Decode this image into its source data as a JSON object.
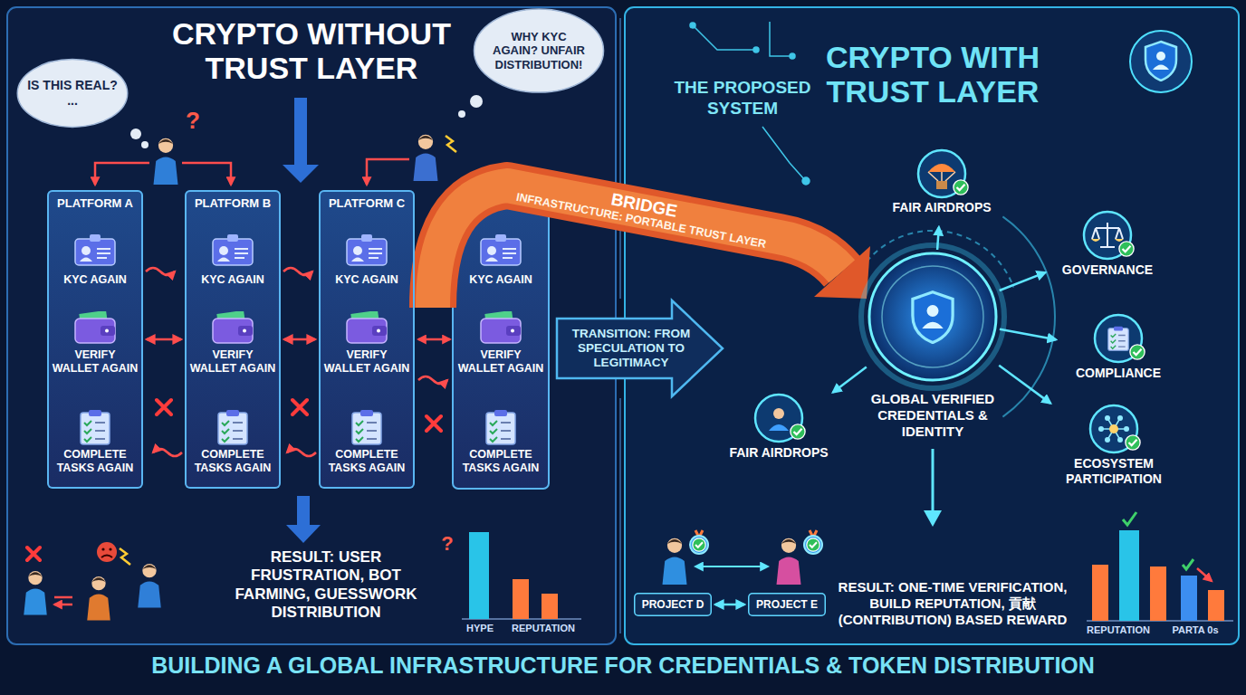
{
  "diagram": {
    "caption": "BUILDING A GLOBAL INFRASTRUCTURE FOR CREDENTIALS & TOKEN DISTRIBUTION",
    "nodes": [
      {
        "text": [
          "CRYPTO WITHOUT TRUST LAYER"
        ]
      },
      {
        "text": [
          "IS THIS REAL? ..."
        ],
        "in": 0
      },
      {
        "text": [
          "WHY KYC AGAIN? UNFAIR DISTRIBUTION!"
        ],
        "in": 0
      },
      {
        "text": [
          "PLATFORM A"
        ],
        "in": 0
      },
      {
        "text": [
          "KYC AGAIN"
        ],
        "in": 3
      },
      {
        "text": [
          "VERIFY WALLET AGAIN"
        ],
        "in": 3
      },
      {
        "text": [
          "COMPLETE TASKS AGAIN"
        ],
        "in": 3
      },
      {
        "text": [
          "PLATFORM B"
        ],
        "in": 0
      },
      {
        "text": [
          "KYC AGAIN"
        ],
        "in": 7
      },
      {
        "text": [
          "VERIFY WALLET AGAIN"
        ],
        "in": 7
      },
      {
        "text": [
          "COMPLETE TASKS AGAIN"
        ],
        "in": 7
      },
      {
        "text": [
          "PLATFORM C"
        ],
        "in": 0
      },
      {
        "text": [
          "KYC AGAIN"
        ],
        "in": 11
      },
      {
        "text": [
          "VERIFY WALLET AGAIN"
        ],
        "in": 11
      },
      {
        "text": [
          "COMPLETE TASKS AGAIN"
        ],
        "in": 11
      },
      {
        "text": [
          "KYC AGAIN"
        ],
        "in": 0
      },
      {
        "text": [
          "VERIFY WALLET AGAIN"
        ],
        "in": 0
      },
      {
        "text": [
          "COMPLETE TASKS AGAIN"
        ],
        "in": 0
      },
      {
        "text": [
          "BRIDGE",
          "INFRASTRUCTURE: PORTABLE TRUST LAYER"
        ]
      },
      {
        "text": [
          "TRANSITION: FROM SPECULATION TO LEGITIMACY"
        ]
      },
      {
        "text": [
          "CRYPTO WITH TRUST LAYER"
        ]
      },
      {
        "text": [
          "GLOBAL VERIFIED CREDENTIALS & IDENTITY"
        ],
        "in": 20
      },
      {
        "text": [
          "FAIR AIRDROPS"
        ],
        "in": 20
      },
      {
        "text": [
          "GOVERNANCE"
        ],
        "in": 20
      },
      {
        "text": [
          "COMPLIANCE"
        ],
        "in": 20
      },
      {
        "text": [
          "ECOSYSTEM PARTICIPATION"
        ],
        "in": 20
      },
      {
        "text": [
          "FAIR AIRDROPS"
        ],
        "in": 20
      },
      {
        "text": [
          "PROJECT D"
        ],
        "in": 20
      },
      {
        "text": [
          "PROJECT E"
        ],
        "in": 20
      }
    ],
    "edges": [
      {
        "from": 3,
        "to": 7,
        "arrow": "both"
      },
      {
        "from": 7,
        "to": 11,
        "arrow": "both"
      },
      {
        "from": 21,
        "to": 22,
        "arrow": "to"
      },
      {
        "from": 21,
        "to": 23,
        "arrow": "to"
      },
      {
        "from": 21,
        "to": 24,
        "arrow": "to"
      },
      {
        "from": 21,
        "to": 25,
        "arrow": "to"
      },
      {
        "from": 21,
        "to": 26,
        "arrow": "to"
      },
      {
        "from": 27,
        "to": 28,
        "arrow": "both"
      }
    ],
    "labels": [
      "THE PROPOSED SYSTEM",
      "RESULT: USER FRUSTRATION, BOT FARMING, GUESSWORK DISTRIBUTION",
      "HYPE",
      "REPUTATION",
      "RESULT: ONE-TIME VERIFICATION, BUILD REPUTATION, 貢献(CONTRIBUTION) BASED REWARD",
      "REPUTATION",
      "PARTA 0s",
      "?",
      "?"
    ]
  }
}
